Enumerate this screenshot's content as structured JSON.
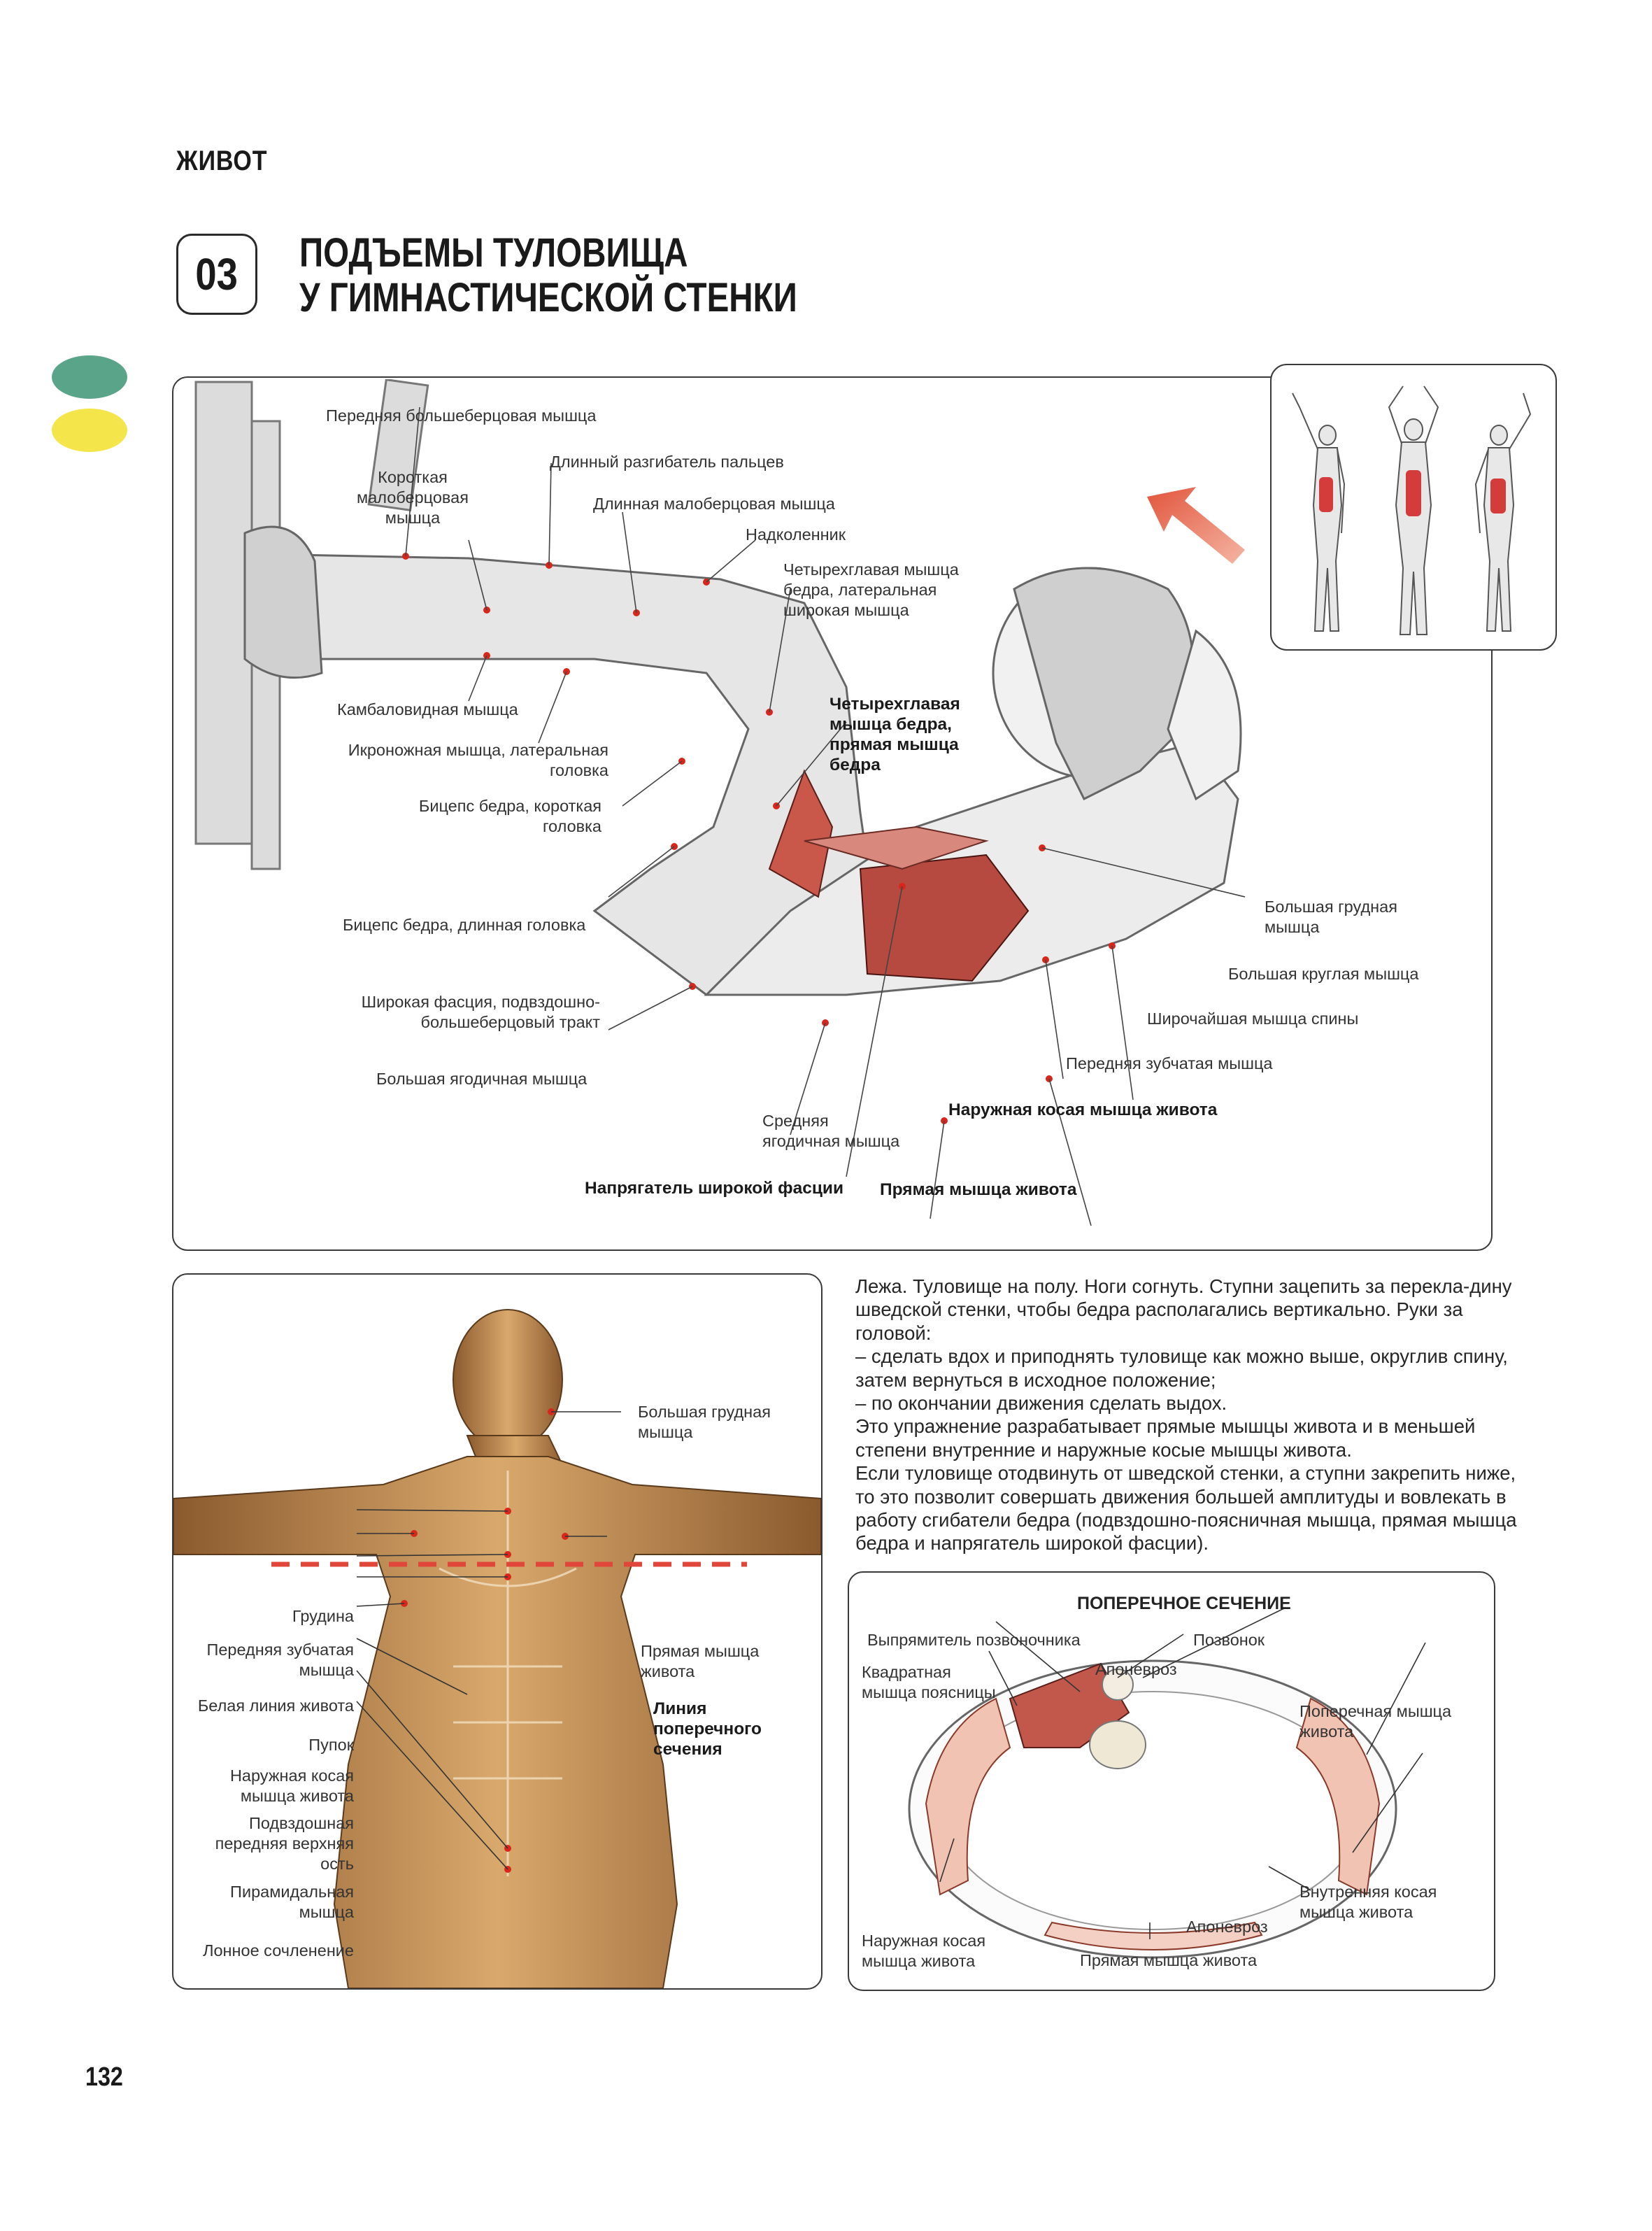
{
  "section": "ЖИВОТ",
  "exercise": {
    "number": "03",
    "title_line1": "ПОДЪЕМЫ ТУЛОВИЩА",
    "title_line2": "У ГИМНАСТИЧЕСКОЙ СТЕНКИ"
  },
  "level_colors": [
    "#5aa58a",
    "#f4e64a"
  ],
  "muscle_highlight_color": "#d43c3c",
  "main_figure": {
    "labels": {
      "tibialis_anterior": "Передняя большеберцовая мышца",
      "peroneus_brevis_1": "Короткая",
      "peroneus_brevis_2": "малоберцовая",
      "peroneus_brevis_3": "мышца",
      "ext_digitorum": "Длинный разгибатель пальцев",
      "peroneus_longus": "Длинная малоберцовая мышца",
      "patella": "Надколенник",
      "vastus_lat_1": "Четырехглавая мышца",
      "vastus_lat_2": "бедра, латеральная",
      "vastus_lat_3": "широкая мышца",
      "quad_rf_1": "Четырехглавая",
      "quad_rf_2": "мышца бедра,",
      "quad_rf_3": "прямая мышца",
      "quad_rf_4": "бедра",
      "soleus": "Камбаловидная мышца",
      "gastro_1": "Икроножная мышца, латеральная",
      "gastro_2": "головка",
      "biceps_short_1": "Бицепс бедра, короткая",
      "biceps_short_2": "головка",
      "biceps_long": "Бицепс бедра, длинная головка",
      "fascia_1": "Широкая фасция, подвздошно-",
      "fascia_2": "большеберцовый тракт",
      "glute_max": "Большая ягодичная мышца",
      "glute_med_1": "Средняя",
      "glute_med_2": "ягодичная мышца",
      "tfl": "Напрягатель широкой фасции",
      "rectus_abd": "Прямая мышца живота",
      "ext_oblique": "Наружная косая мышца живота",
      "serratus": "Передняя зубчатая мышца",
      "lat_dorsi": "Широчайшая мышца спины",
      "teres_major": "Большая круглая мышца",
      "pec_major_1": "Большая грудная",
      "pec_major_2": "мышца"
    }
  },
  "front_figure": {
    "labels": {
      "pec_major_1": "Большая грудная",
      "pec_major_2": "мышца",
      "sternum": "Грудина",
      "serratus_1": "Передняя зубчатая",
      "serratus_2": "мышца",
      "linea_alba": "Белая линия живота",
      "navel": "Пупок",
      "ext_oblique_1": "Наружная косая",
      "ext_oblique_2": "мышца живота",
      "iliac_1": "Подвздошная",
      "iliac_2": "передняя верхняя",
      "iliac_3": "ость",
      "pyramidalis_1": "Пирамидальная",
      "pyramidalis_2": "мышца",
      "pubic": "Лонное сочленение",
      "rectus_1": "Прямая мышца",
      "rectus_2": "живота",
      "cross_1": "Линия",
      "cross_2": "поперечного",
      "cross_3": "сечения"
    }
  },
  "description": {
    "p1": "Лежа. Туловище на полу. Ноги согнуть. Ступни зацепить за перекла-дину шведской стенки, чтобы бедра располагались вертикально. Руки за головой:",
    "p2": "– сделать вдох и приподнять туловище как можно выше, округлив спину, затем вернуться в исходное положение;",
    "p3": "– по окончании движения сделать выдох.",
    "p4": "Это упражнение разрабатывает прямые мышцы живота и в меньшей степени внутренние и наружные косые мышцы живота.",
    "p5": "Если туловище отодвинуть от шведской стенки, а ступни закрепить ниже, то это позволит совершать движения большей амплитуды и вовлекать в работу сгибатели бедра (подвздошно-поясничная мышца, прямая мышца бедра и напрягатель широкой фасции)."
  },
  "cross_section": {
    "title": "ПОПЕРЕЧНОЕ СЕЧЕНИЕ",
    "labels": {
      "erector": "Выпрямитель позвоночника",
      "vertebra": "Позвонок",
      "aponeurosis_top": "Апоневроз",
      "quadratus_1": "Квадратная",
      "quadratus_2": "мышца поясницы",
      "transversus_1": "Поперечная мышца",
      "transversus_2": "живота",
      "int_oblique_1": "Внутренняя косая",
      "int_oblique_2": "мышца живота",
      "aponeurosis_bottom": "Апоневроз",
      "ext_oblique_1": "Наружная косая",
      "ext_oblique_2": "мышца живота",
      "rectus": "Прямая мышца живота"
    }
  },
  "page_number": "132"
}
